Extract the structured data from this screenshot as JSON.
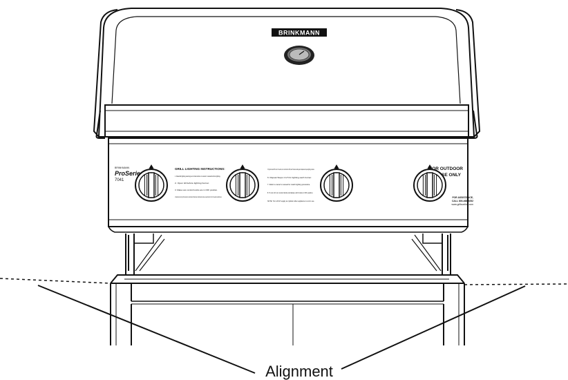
{
  "diagram": {
    "brand": "BRINKMANN",
    "model_line": "ProSeries",
    "model_number": "7041",
    "callout_label": "Alignment",
    "panel": {
      "instructions_title": "GRILL LIGHTING INSTRUCTIONS:",
      "instructions_left": [
        "1. Read all lighting warnings and instructions in owner's manual before lighting.",
        "2. Open lid before lighting burner.",
        "3. Make sure control knobs are in OFF position.",
        "4. Select burner to light. Push and turn control knob of that burner to HIGH and continue to push knob in for 3 to 5 seconds to light burner."
      ],
      "instructions_right": [
        "5. If ignition does NOT occur in 5 seconds, turn control knob to OFF, wait 5 minutes to allow gas to dissipate and repeat lighting procedure.",
        "6. Repeat Steps 4 & 5 for lighting each burner.",
        "7. Refer to owner's manual for match lighting procedure.",
        "8. To turn off, turn control knobs clockwise until it locks in OFF position.",
        "NOTE: Turn off LP supply at cylinder when appliance is not in use."
      ],
      "outdoor_notice": [
        "FOR OUTDOOR",
        "USE ONLY"
      ],
      "assistance_notice": [
        "FOR ASSISTANCE,",
        "CALL 800-468-5252",
        "www.grillsonline.com"
      ]
    },
    "colors": {
      "line": "#111111",
      "fill": "#ffffff",
      "shade": "#d9d9d9"
    }
  }
}
